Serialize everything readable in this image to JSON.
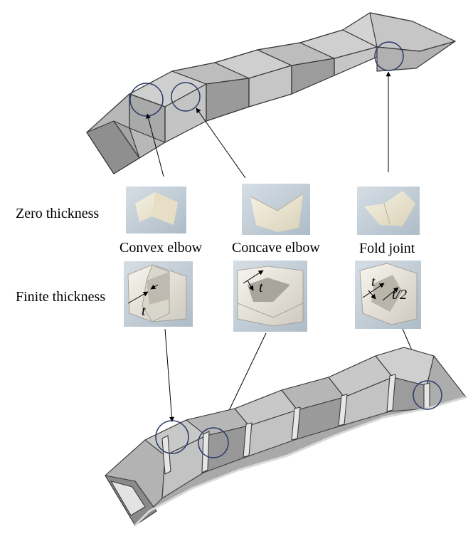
{
  "row_labels": {
    "zero": "Zero thickness",
    "finite": "Finite thickness"
  },
  "joint_types": {
    "convex": "Convex elbow",
    "concave": "Concave elbow",
    "fold": "Fold joint"
  },
  "dimension_labels": {
    "t": "t",
    "t_half": "t/2"
  },
  "colors": {
    "face_light": "#c9c9c9",
    "face_mid": "#b4b4b4",
    "face_dark": "#8f8f8f",
    "edge": "#3a3a3a",
    "circle": "#2b3a6a",
    "photo_bg": "#c7d2db",
    "paper": "#ece7d3"
  }
}
